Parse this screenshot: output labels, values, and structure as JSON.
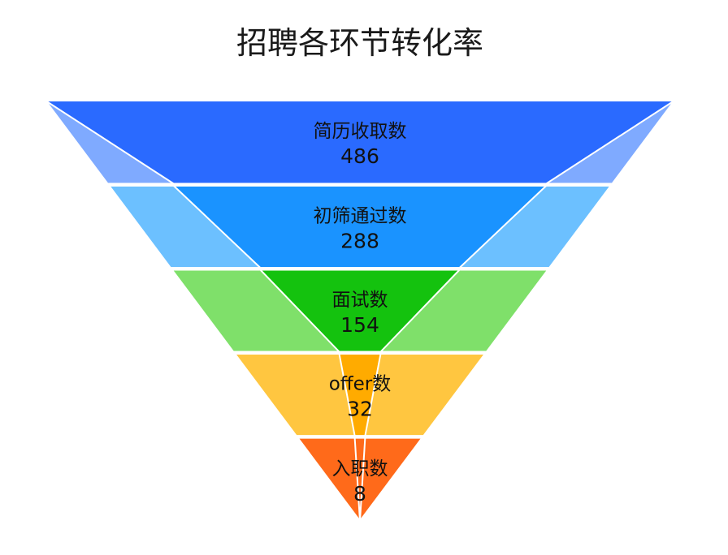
{
  "chart_data": {
    "type": "funnel",
    "title": "招聘各环节转化率",
    "stages": [
      {
        "name": "简历收取数",
        "value": 486,
        "label": "486",
        "color": "#2a6aff",
        "outer_color": "#7faaff"
      },
      {
        "name": "初筛通过数",
        "value": 288,
        "label": "288",
        "color": "#1a93ff",
        "outer_color": "#6cc0ff"
      },
      {
        "name": "面试数",
        "value": 154,
        "label": "154",
        "color": "#14c20e",
        "outer_color": "#7fe06a"
      },
      {
        "name": "offer数",
        "value": 32,
        "label": "32",
        "color": "#ffab00",
        "outer_color": "#ffc640"
      },
      {
        "name": "入职数",
        "value": 8,
        "label": "8",
        "color": "#ff6a1a",
        "outer_color": "#ff6a1a"
      }
    ]
  }
}
